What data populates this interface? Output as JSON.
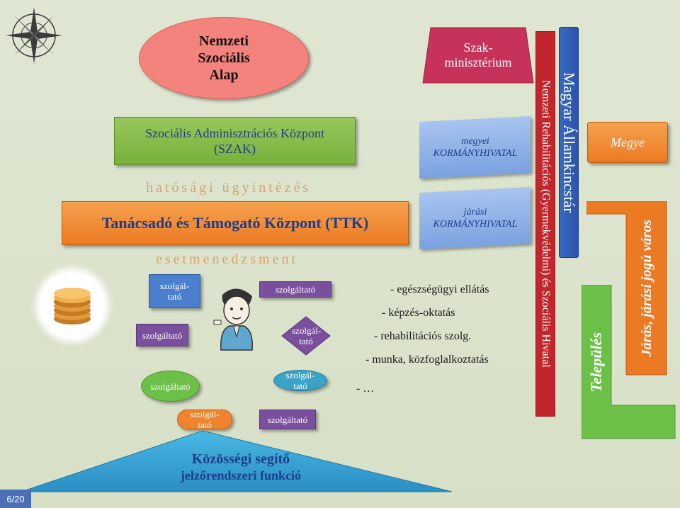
{
  "top": {
    "nemzeti_alap": "Nemzeti Szociális Alap",
    "szak": "Szociális Adminisztrációs Központ (SZAK)",
    "hatosagi": "hatósági ügyintézés",
    "ttk": "Tanácsadó és Támogató Központ (TTK)",
    "esetmenedzsment": "esetmenedzsment"
  },
  "services": [
    {
      "label": "szolgál-tató"
    },
    {
      "label": "szolgáltató"
    },
    {
      "label": "szolgáltató"
    },
    {
      "label": "szolgáltató"
    },
    {
      "label": "szolgál-tató"
    },
    {
      "label": "szolgál-tató"
    },
    {
      "label": "szolgál-tató"
    },
    {
      "label": "szolgáltató"
    }
  ],
  "community": {
    "line1": "Közösségi segítő",
    "line2": "jelzőrendszeri funkció"
  },
  "ministry": {
    "szak_ministerium": "Szak-minisztérium",
    "megyei": "megyei KORMÁNYHIVATAL",
    "jarasi": "járási KORMÁNYHIVATAL"
  },
  "areas": [
    "- egészségügyi ellátás",
    "- képzés-oktatás",
    "- rehabilitációs szolg.",
    "- munka, közfoglalkoztatás",
    "- …"
  ],
  "vertical": {
    "rehab": "Nemzeti Rehabilitációs (Gyermekvédelmi) és Szociális Hivatal",
    "allamkincstar": "Magyar Államkincstár",
    "megye": "Megye",
    "jaras": "Járás, járási jogú város",
    "telepules": "Település"
  },
  "page_number": "6/20",
  "colors": {
    "green": "#78b03c",
    "orange": "#ec7a22",
    "purple": "#7a4f9e",
    "blue": "#4a7fd0",
    "teal": "#3aa3c6",
    "red": "#c0262b",
    "title_blue": "#1f3d8a"
  },
  "icons": [
    "compass-rose-icon",
    "coins-icon",
    "person-cartoon-icon"
  ]
}
